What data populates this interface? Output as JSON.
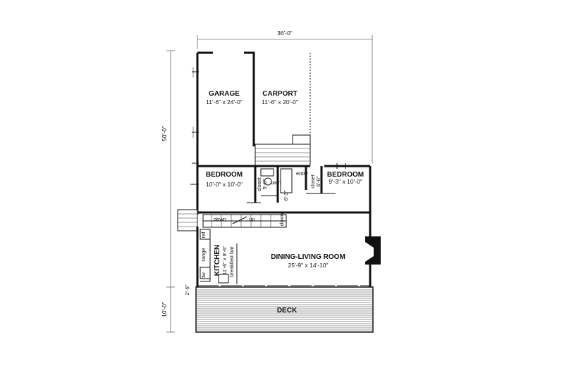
{
  "dimensions": {
    "overall_width": "36'-0\"",
    "overall_depth": "50'-0\"",
    "deck_depth": "10'-0\"",
    "small_left": "2'-6\""
  },
  "rooms": {
    "garage": {
      "name": "GARAGE",
      "size": "11'-6\" x 24'-0\""
    },
    "carport": {
      "name": "CARPORT",
      "size": "11'-6\" x 20'-0\""
    },
    "bedroom_left": {
      "name": "BEDROOM",
      "size": "10'-0\" x 10'-0\""
    },
    "bedroom_right": {
      "name": "BEDROOM",
      "size": "9'-3\" x 10'-0\""
    },
    "dining_living": {
      "name": "DINING-LIVING ROOM",
      "size": "25'-9\" x 14'-10\""
    },
    "kitchen": {
      "name": "KITCHEN",
      "size": "11'-6\" x 8'-6\""
    },
    "deck": {
      "name": "DECK"
    }
  },
  "labels": {
    "closet_left": "closet",
    "closet_left_dim": "5'-0\"",
    "bath": "bath",
    "small_dim": "6'-3\"",
    "entry": "entry",
    "closet_right": "closet",
    "closet_right_dim": "6'-0\"",
    "down_left": "down",
    "up": "up",
    "down_right": "down",
    "breakfast_bar": "breakfast bar",
    "ref": "ref",
    "range": "range",
    "dw": "dw"
  }
}
